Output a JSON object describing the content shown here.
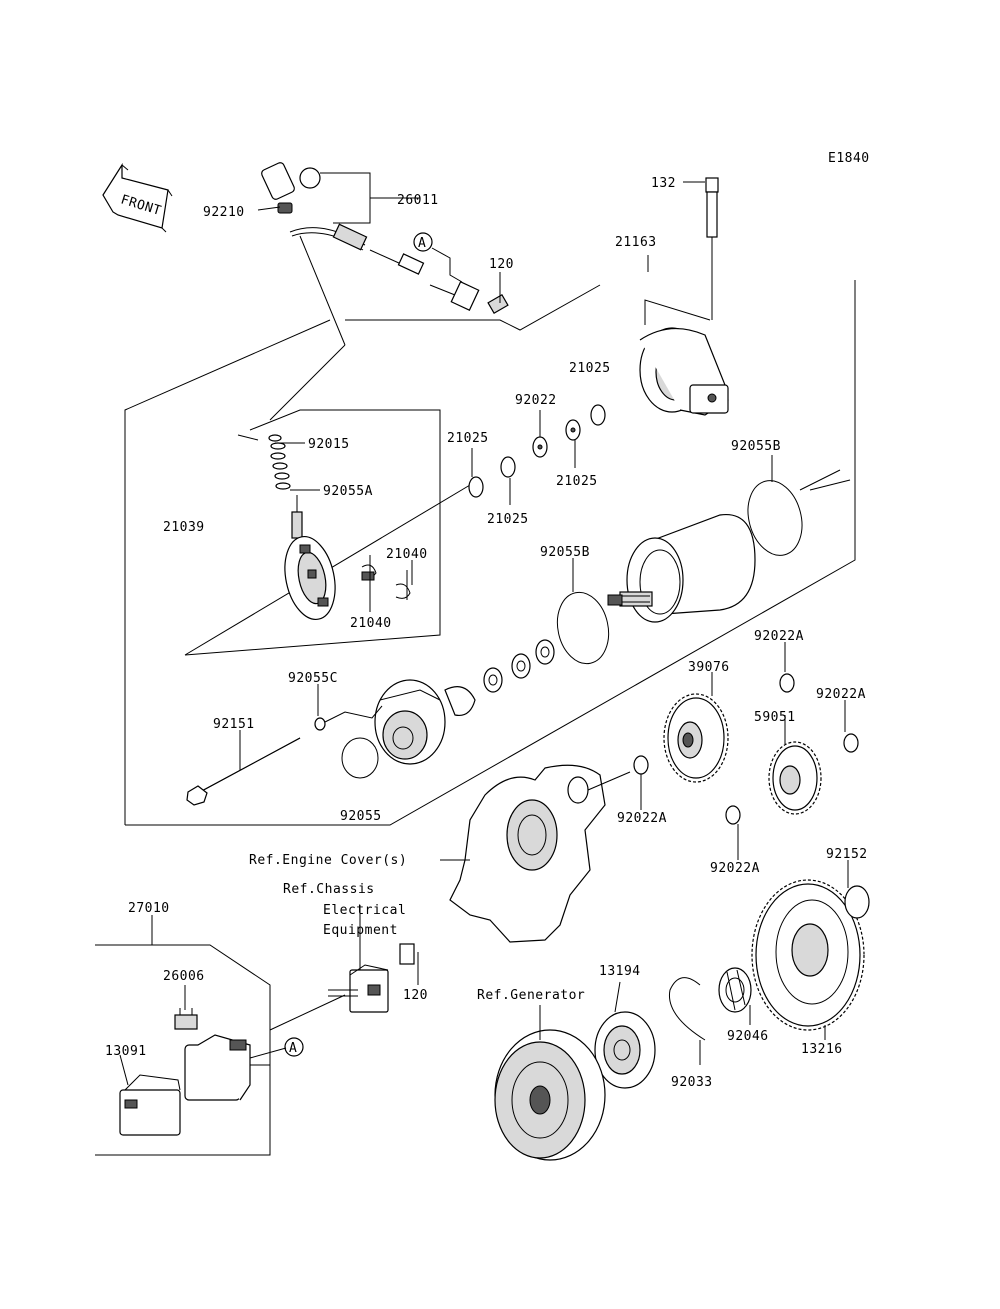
{
  "diagram_code": "E1840",
  "front_label": "FRONT",
  "callout_a": "A",
  "parts": {
    "p26011": "26011",
    "p92210": "92210",
    "p132": "132",
    "p120_top": "120",
    "p21163": "21163",
    "p21025_a": "21025",
    "p92022": "92022",
    "p92015": "92015",
    "p21025_b": "21025",
    "p21025_c": "21025",
    "p21025_d": "21025",
    "p92055A": "92055A",
    "p92055B_top": "92055B",
    "p21039": "21039",
    "p21040_a": "21040",
    "p21040_b": "21040",
    "p92055B_mid": "92055B",
    "p92022A_a": "92022A",
    "p39076": "39076",
    "p92055C": "92055C",
    "p92022A_b": "92022A",
    "p59051": "59051",
    "p92151": "92151",
    "p92022A_c": "92022A",
    "p92055": "92055",
    "p92022A_d": "92022A",
    "p92152": "92152",
    "p27010": "27010",
    "p26006": "26006",
    "p120_bottom": "120",
    "p13194": "13194",
    "p13091": "13091",
    "p92046": "92046",
    "p13216": "13216",
    "p92033": "92033"
  },
  "references": {
    "engine_cover": "Ref.Engine Cover(s)",
    "chassis_line1": "Ref.Chassis",
    "chassis_line2": "Electrical",
    "chassis_line3": "Equipment",
    "generator": "Ref.Generator"
  }
}
